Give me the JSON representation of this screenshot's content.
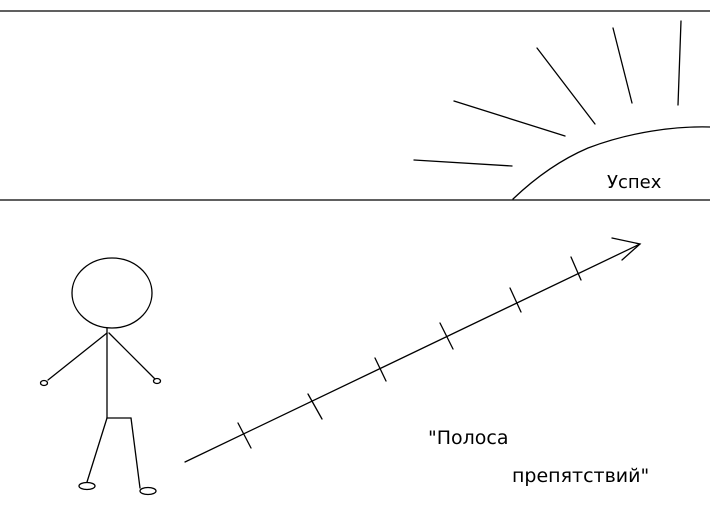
{
  "labels": {
    "success": "Успех",
    "caption_line1": "\"Полоса",
    "caption_line2": "препятствий\""
  },
  "colors": {
    "background": "#ffffff",
    "ink": "#000000"
  }
}
